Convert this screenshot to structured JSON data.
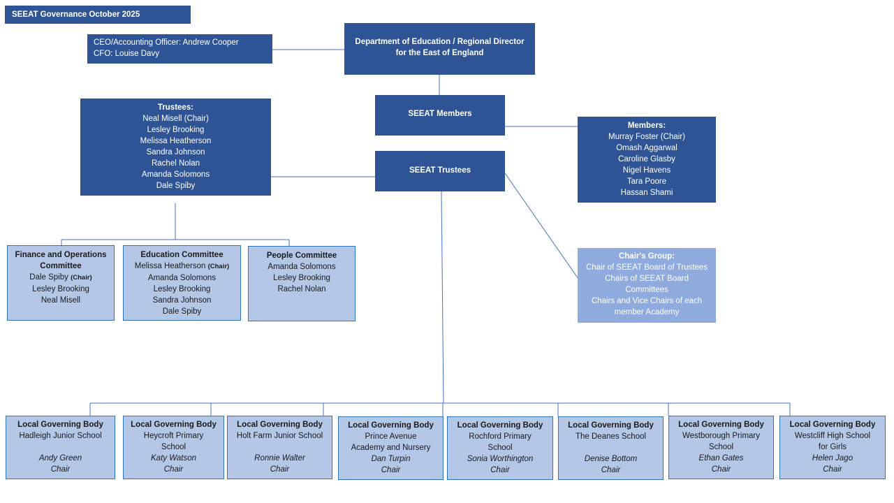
{
  "title": "SEEAT Governance October 2025",
  "executive": {
    "ceo": "CEO/Accounting Officer: Andrew Cooper",
    "cfo": "CFO: Louise Davy"
  },
  "dfe": {
    "line1": "Department of Education / Regional Director",
    "line2": "for the East of England"
  },
  "members_node": "SEEAT Members",
  "trustees_node": "SEEAT Trustees",
  "trustees": {
    "heading": "Trustees:",
    "names": [
      "Neal Misell (Chair)",
      "Lesley Brooking",
      "Melissa Heatherson",
      "Sandra Johnson",
      "Rachel Nolan",
      "Amanda Solomons",
      "Dale Spiby"
    ]
  },
  "members": {
    "heading": "Members:",
    "names": [
      "Murray Foster (Chair)",
      "Omash Aggarwal",
      "Caroline Glasby",
      "Nigel Havens",
      "Tara Poore",
      "Hassan Shami"
    ]
  },
  "chairs_group": {
    "heading": "Chair's Group:",
    "lines": [
      "Chair of SEEAT Board of Trustees",
      "Chairs of SEEAT Board",
      "Committees",
      "Chairs and Vice Chairs of each",
      "member Academy"
    ]
  },
  "committees": [
    {
      "title1": "Finance and Operations",
      "title2": "Committee",
      "chair_name": "Dale Spiby",
      "chair_tag": "(Chair)",
      "members": [
        "Lesley Brooking",
        "Neal Misell"
      ]
    },
    {
      "title1": "Education Committee",
      "chair_name": "Melissa Heatherson",
      "chair_tag": "(Chair)",
      "members": [
        "Amanda Solomons",
        "Lesley Brooking",
        "Sandra Johnson",
        "Dale Spiby"
      ]
    },
    {
      "title1": "People Committee",
      "members": [
        "Amanda Solomons",
        "Lesley Brooking",
        "Rachel Nolan"
      ]
    }
  ],
  "lgbs": [
    {
      "heading": "Local Governing Body",
      "school1": "Hadleigh Junior School",
      "school2": "",
      "chair": "Andy Green",
      "role": "Chair"
    },
    {
      "heading": "Local Governing Body",
      "school1": "Heycroft Primary",
      "school2": "School",
      "chair": "Katy Watson",
      "role": "Chair"
    },
    {
      "heading": "Local Governing Body",
      "school1": "Holt Farm Junior School",
      "school2": "",
      "chair": "Ronnie Walter",
      "role": "Chair"
    },
    {
      "heading": "Local Governing Body",
      "school1": "Prince Avenue",
      "school2": "Academy and Nursery",
      "chair": "Dan Turpin",
      "role": "Chair"
    },
    {
      "heading": "Local Governing Body",
      "school1": "Rochford Primary",
      "school2": "School",
      "chair": "Sonia Worthington",
      "role": "Chair"
    },
    {
      "heading": "Local Governing Body",
      "school1": "The Deanes School",
      "school2": "",
      "chair": "Denise Bottom",
      "role": "Chair"
    },
    {
      "heading": "Local Governing Body",
      "school1": "Westborough Primary",
      "school2": "School",
      "chair": "Ethan Gates",
      "role": "Chair"
    },
    {
      "heading": "Local Governing Body",
      "school1": "Westcliff High School",
      "school2": "for Girls",
      "chair": "Helen Jago",
      "role": "Chair"
    }
  ],
  "colors": {
    "dark_box": "#2f5496",
    "light_box": "#b4c7e7",
    "chairs_group_box": "#8faadc",
    "connector": "#4472c4"
  }
}
